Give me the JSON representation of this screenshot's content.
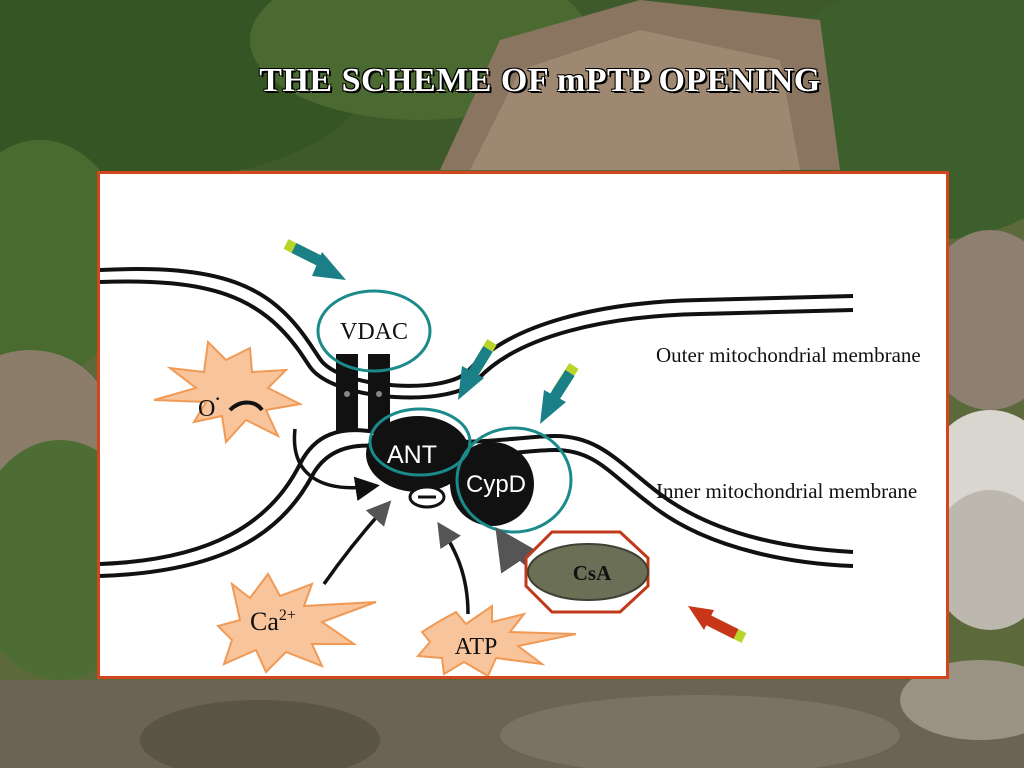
{
  "slide": {
    "title": "THE SCHEME OF mPTP OPENING"
  },
  "diagram": {
    "labels": {
      "vdac": "VDAC",
      "ant": "ANT",
      "cypd": "CypD",
      "csa": "CsA",
      "outer_membrane": "Outer mitochondrial membrane",
      "inner_membrane": "Inner mitochondrial membrane",
      "ca_base": "Ca",
      "ca_charge": "2+",
      "atp": "ATP",
      "superoxide": "O",
      "superoxide_dot": "·"
    },
    "colors": {
      "frame_border": "#d2461e",
      "highlight_circle": "#1b8a8a",
      "teal_arrow": "#1a7f86",
      "red_arrow": "#c8361a",
      "arrow_tail": "#b8d62a",
      "burst_fill": "#f7c49c",
      "burst_stroke": "#f09a55",
      "csa_octagon": "#c0391b"
    }
  }
}
